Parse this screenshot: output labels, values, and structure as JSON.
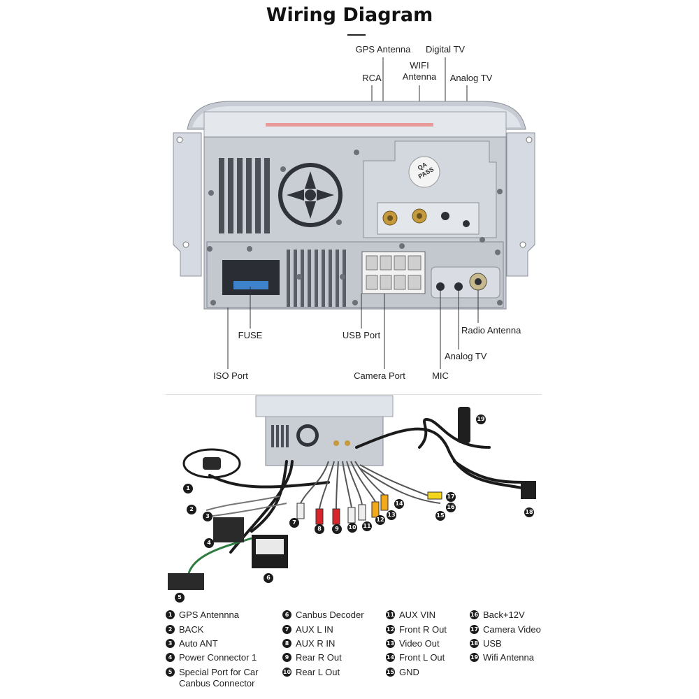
{
  "title": "Wiring Diagram",
  "top_labels": {
    "gps_antenna": "GPS Antenna",
    "digital_tv": "Digital TV",
    "rca": "RCA",
    "wifi_antenna": "WIFI\nAntenna",
    "analog_tv_top": "Analog TV"
  },
  "unit_text": {
    "qa_pass": "QA\nPASS"
  },
  "bottom_labels": {
    "fuse": "FUSE",
    "usb_port": "USB Port",
    "radio_antenna": "Radio Antenna",
    "analog_tv_bottom": "Analog TV",
    "iso_port": "ISO Port",
    "camera_port": "Camera Port",
    "mic": "MIC"
  },
  "badges": [
    "1",
    "2",
    "3",
    "4",
    "5",
    "6",
    "7",
    "8",
    "9",
    "10",
    "11",
    "12",
    "13",
    "14",
    "15",
    "16",
    "17",
    "18",
    "19"
  ],
  "legend": [
    {
      "num": "1",
      "label": "GPS Antennna"
    },
    {
      "num": "2",
      "label": "BACK"
    },
    {
      "num": "3",
      "label": "Auto ANT"
    },
    {
      "num": "4",
      "label": "Power Connector 1"
    },
    {
      "num": "5",
      "label": "Special Port for Car\nCanbus Connector"
    },
    {
      "num": "6",
      "label": "Canbus Decoder"
    },
    {
      "num": "7",
      "label": "AUX L IN"
    },
    {
      "num": "8",
      "label": "AUX R IN"
    },
    {
      "num": "9",
      "label": "Rear R Out"
    },
    {
      "num": "10",
      "label": "Rear L Out"
    },
    {
      "num": "11",
      "label": "AUX VIN"
    },
    {
      "num": "12",
      "label": "Front R Out"
    },
    {
      "num": "13",
      "label": "Video Out"
    },
    {
      "num": "14",
      "label": "Front L Out"
    },
    {
      "num": "15",
      "label": "GND"
    },
    {
      "num": "16",
      "label": "Back+12V"
    },
    {
      "num": "17",
      "label": "Camera Video"
    },
    {
      "num": "18",
      "label": "USB"
    },
    {
      "num": "19",
      "label": "Wifi Antenna"
    }
  ]
}
